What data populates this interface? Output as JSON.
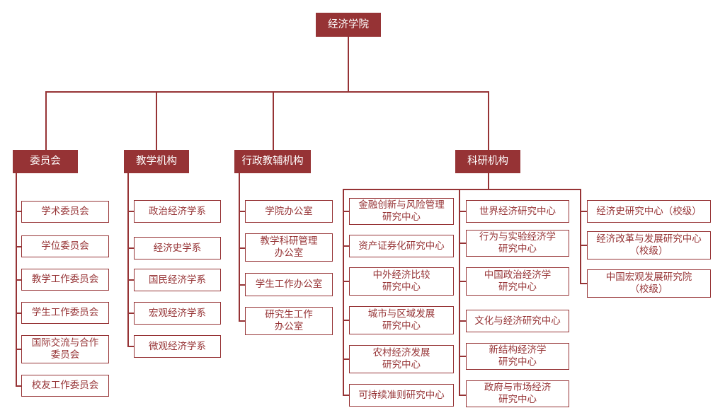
{
  "root": {
    "label": "经济学院"
  },
  "committees": {
    "label": "委员会",
    "items": [
      "学术委员会",
      "学位委员会",
      "教学工作委员会",
      "学生工作委员会",
      "国际交流与合作\n委员会",
      "校友工作委员会"
    ]
  },
  "teaching": {
    "label": "教学机构",
    "items": [
      "政治经济学系",
      "经济史学系",
      "国民经济学系",
      "宏观经济学系",
      "微观经济学系"
    ]
  },
  "admin": {
    "label": "行政教辅机构",
    "items": [
      "学院办公室",
      "教学科研管理\n办公室",
      "学生工作办公室",
      "研究生工作\n办公室"
    ]
  },
  "research": {
    "label": "科研机构",
    "col1": [
      "金融创新与风险管理\n研究中心",
      "资产证券化研究中心",
      "中外经济比较\n研究中心",
      "城市与区域发展\n研究中心",
      "农村经济发展\n研究中心",
      "可持续准则研究中心"
    ],
    "col2": [
      "世界经济研究中心",
      "行为与实验经济学\n研究中心",
      "中国政治经济学\n研究中心",
      "文化与经济研究中心",
      "新结构经济学\n研究中心",
      "政府与市场经济\n研究中心"
    ],
    "col3": [
      "经济史研究中心（校级）",
      "经济改革与发展研究中心\n（校级）",
      "中国宏观发展研究院\n（校级）"
    ]
  },
  "colors": {
    "accent": "#963335",
    "background": "#ffffff"
  }
}
